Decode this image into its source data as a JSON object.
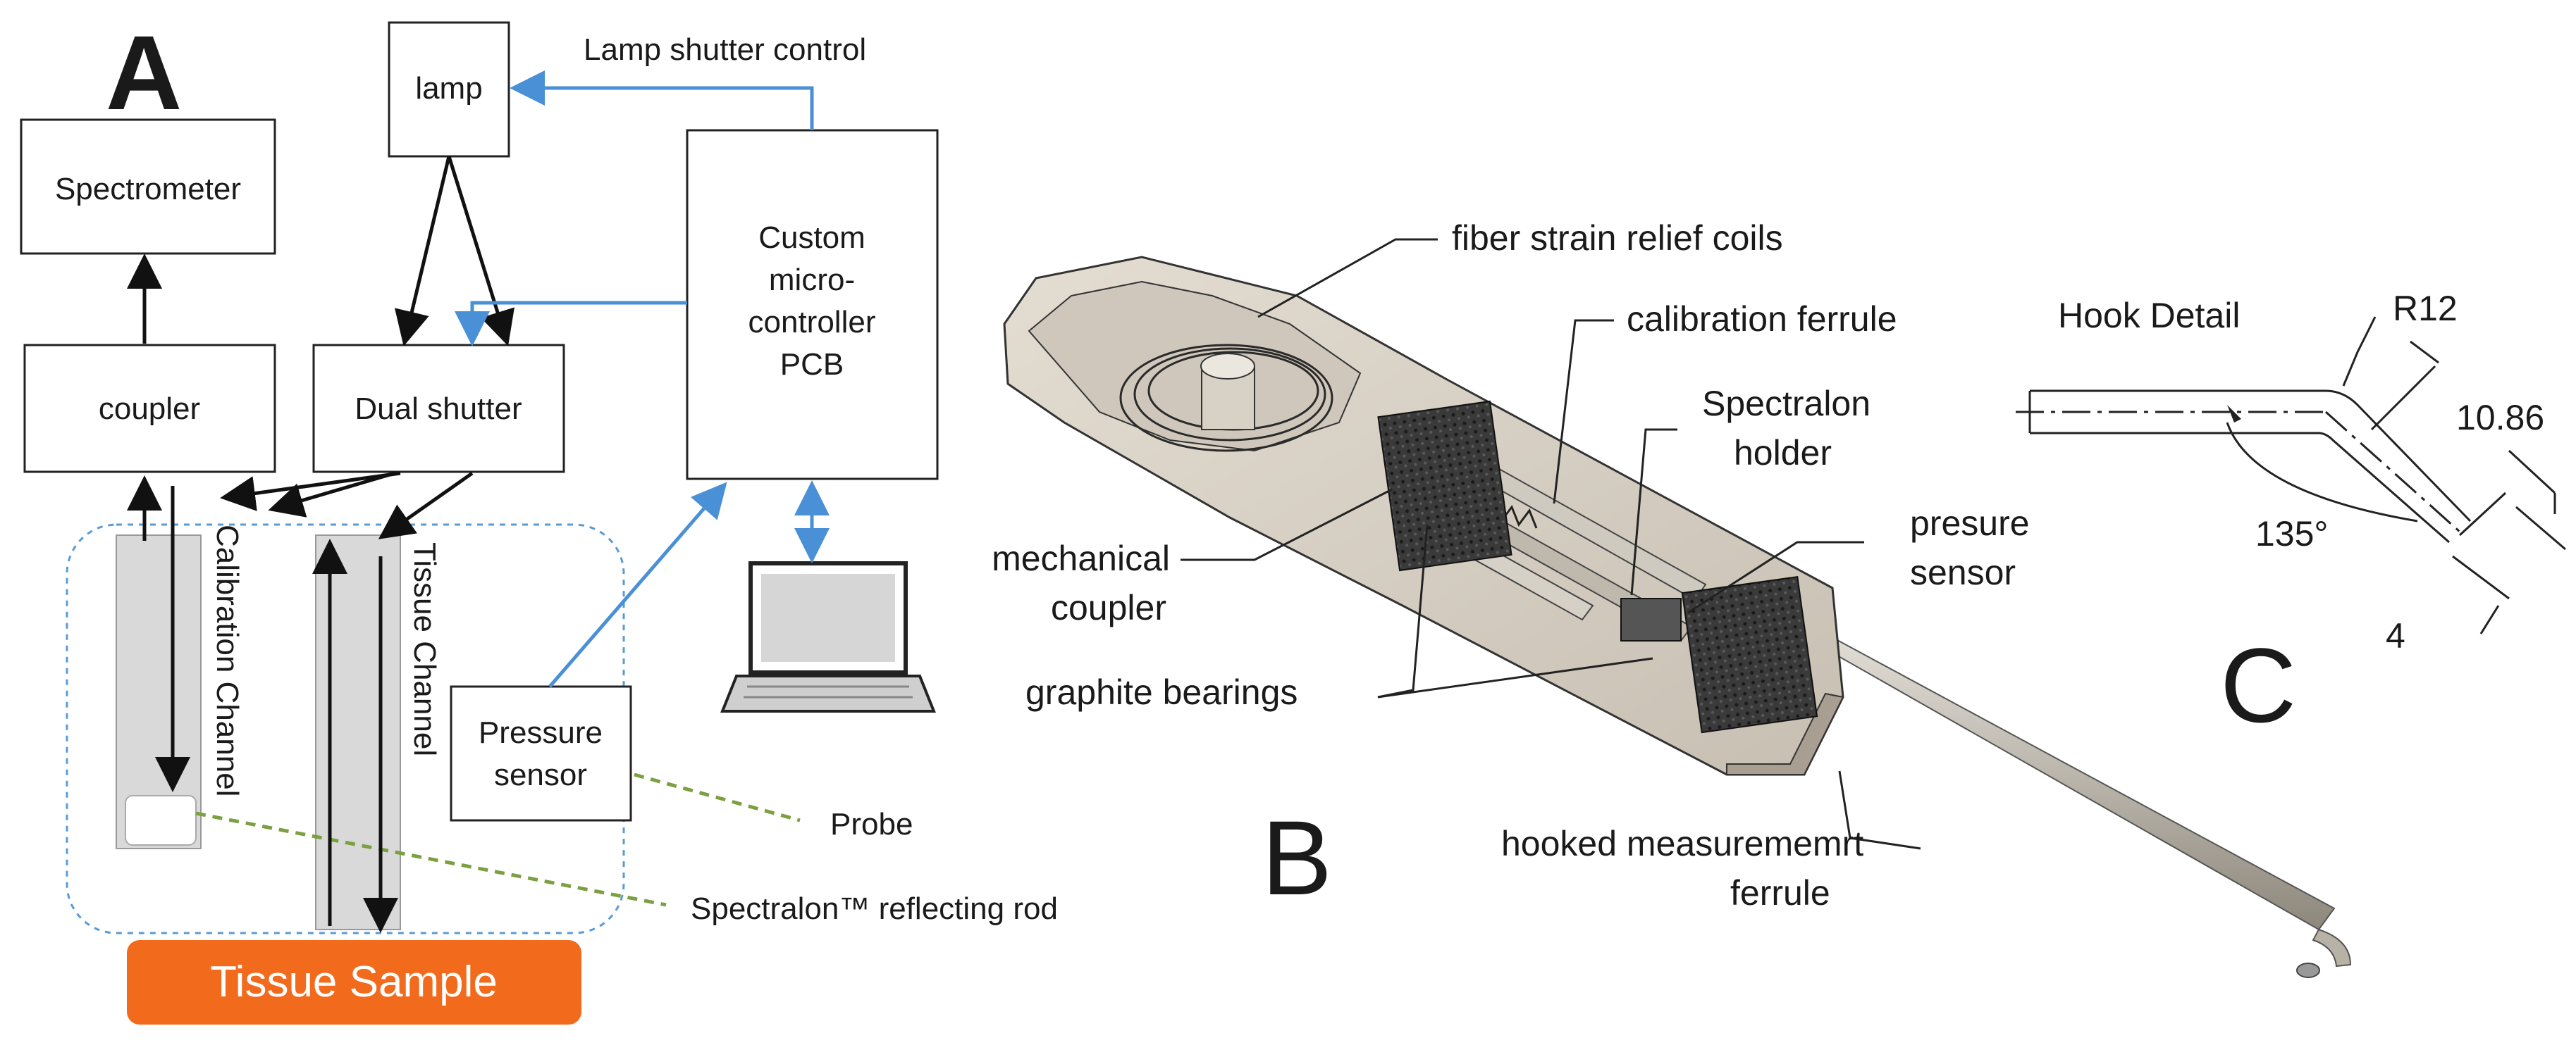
{
  "panel_a": {
    "letter": "A",
    "lamp": "lamp",
    "lamp_shutter_control": "Lamp shutter control",
    "spectrometer": "Spectrometer",
    "coupler": "coupler",
    "dual_shutter": "Dual shutter",
    "controller_lines": [
      "Custom",
      "micro-",
      "controller",
      "PCB"
    ],
    "calibration_channel": "Calibration Channel",
    "tissue_channel": "Tissue Channel",
    "pressure_sensor_lines": [
      "Pressure",
      "sensor"
    ],
    "probe": "Probe",
    "spectralon_rod": "Spectralon™ reflecting rod",
    "tissue_sample": "Tissue Sample"
  },
  "panel_b": {
    "letter": "B",
    "fiber_strain": "fiber strain relief coils",
    "calibration_ferrule": "calibration ferrule",
    "spectralon_holder_lines": [
      "Spectralon",
      "holder"
    ],
    "presure_sensor_lines": [
      "presure",
      "sensor"
    ],
    "mechanical_coupler_lines": [
      "mechanical",
      "coupler"
    ],
    "graphite_bearings": "graphite bearings",
    "hooked_ferrule_lines": [
      "hooked measurememrt",
      "ferrule"
    ]
  },
  "panel_c": {
    "letter": "C",
    "title": "Hook Detail",
    "radius": "R12",
    "length": "10.86",
    "angle": "135°",
    "width": "4"
  },
  "colors": {
    "blue_arrow": "#4a90d6",
    "dashed_boundary": "#5b9bd5",
    "tissue_sample_fill": "#f26b1d",
    "probe_dash": "#7aa040",
    "channel_fill": "#d9d9d9"
  }
}
